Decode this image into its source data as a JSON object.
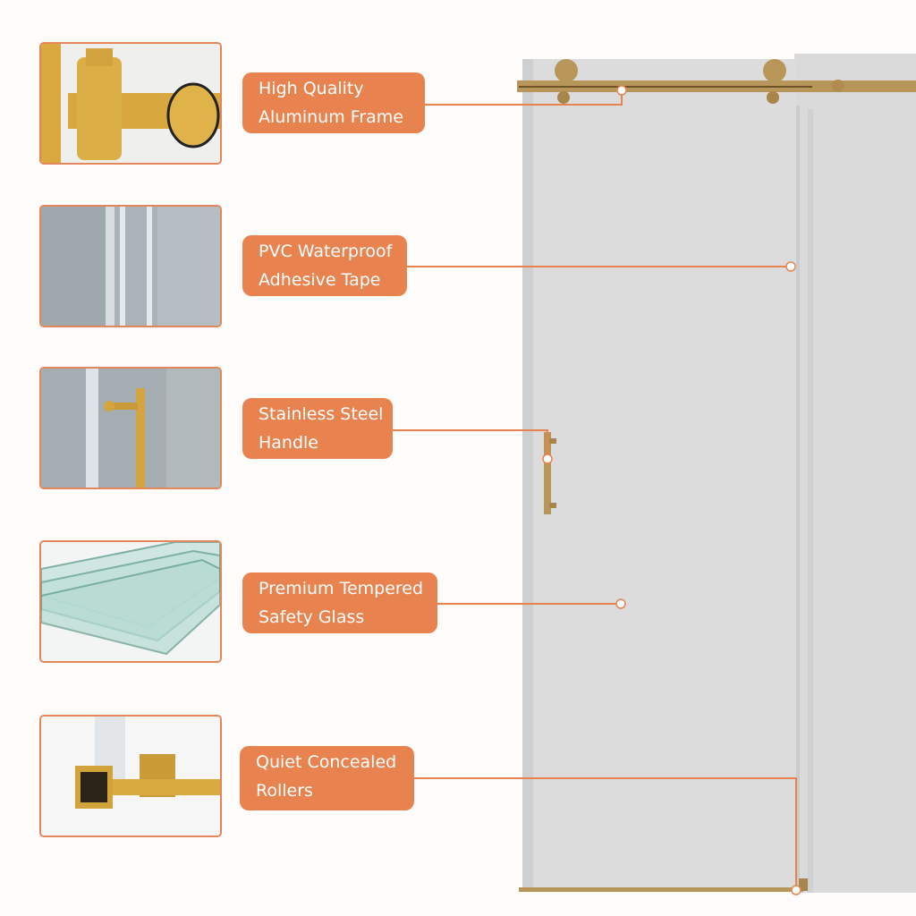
{
  "features": [
    {
      "line1": "High Quality",
      "line2": "Aluminum Frame",
      "thumb": "aluminum-frame-detail"
    },
    {
      "line1": "PVC Waterproof",
      "line2": "Adhesive Tape",
      "thumb": "waterproof-tape-detail"
    },
    {
      "line1": "Stainless Steel",
      "line2": "Handle",
      "thumb": "handle-detail"
    },
    {
      "line1": "Premium Tempered",
      "line2": "Safety Glass",
      "thumb": "glass-detail"
    },
    {
      "line1": "Quiet Concealed",
      "line2": "Rollers",
      "thumb": "roller-detail"
    }
  ],
  "colors": {
    "accent": "#e8834f",
    "gold": "#b8965a",
    "glass": "#dcdcdc"
  }
}
